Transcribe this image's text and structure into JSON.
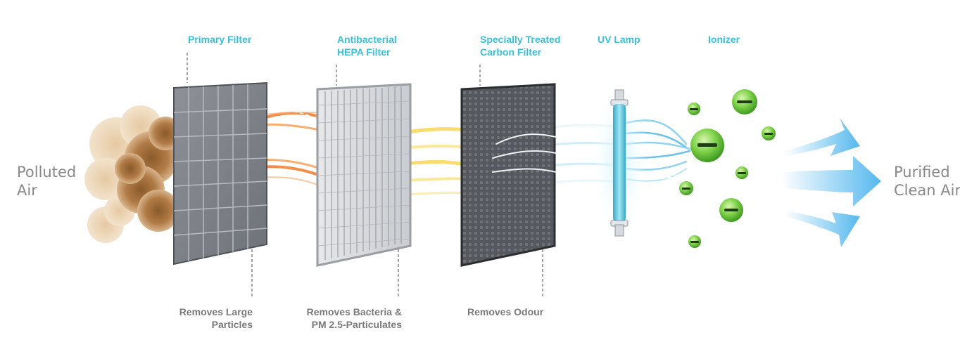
{
  "input_label": [
    "Polluted",
    "Air"
  ],
  "output_label": [
    "Purified",
    "Clean Air"
  ],
  "stages": [
    {
      "id": "primary",
      "top": [
        "Primary Filter"
      ],
      "bottom": [
        "Removes Large",
        "Particles"
      ]
    },
    {
      "id": "hepa",
      "top": [
        "Antibacterial",
        "HEPA Filter"
      ],
      "bottom": [
        "Removes Bacteria &",
        "PM 2.5-Particulates"
      ]
    },
    {
      "id": "carbon",
      "top": [
        "Specially Treated",
        "Carbon Filter"
      ],
      "bottom": [
        "Removes Odour"
      ]
    },
    {
      "id": "uv",
      "top": [
        "UV Lamp"
      ],
      "bottom": []
    },
    {
      "id": "ionizer",
      "top": [
        "Ionizer"
      ],
      "bottom": []
    }
  ],
  "colors": {
    "top_label": "#3bbfd6",
    "bottom_label": "#7a7a7a",
    "side_label": "#888888",
    "smoke": "#b07a45",
    "stream_primary": "#f07a2c",
    "stream_hepa": "#f7d24a",
    "stream_uv": "#8fd3f0",
    "ion": "#6cc43c",
    "arrow": "#56b8ee"
  },
  "icons": [
    "smoke-cloud",
    "filter-panel",
    "uv-lamp-tube",
    "negative-ion",
    "flow-arrow"
  ]
}
